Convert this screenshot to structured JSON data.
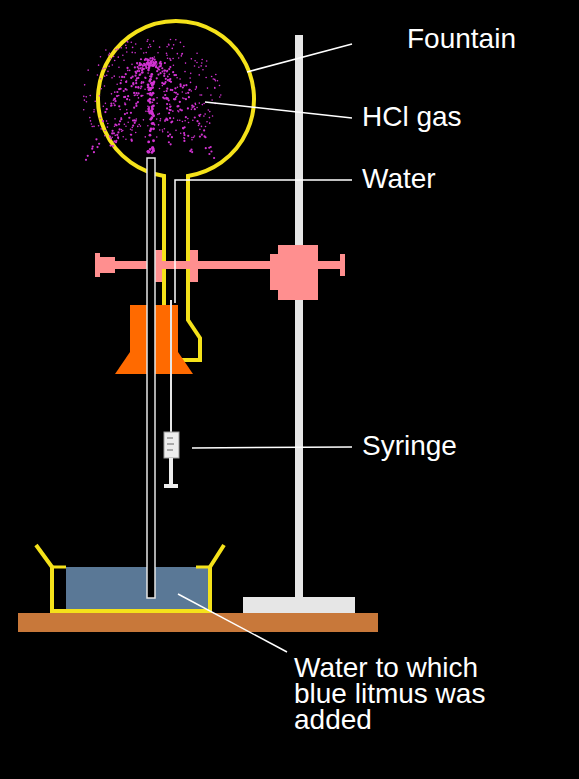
{
  "diagram": {
    "labels": [
      "Fountain",
      "HCl gas",
      "Water",
      "Syringe",
      "Water to which blue litmus was added"
    ]
  }
}
